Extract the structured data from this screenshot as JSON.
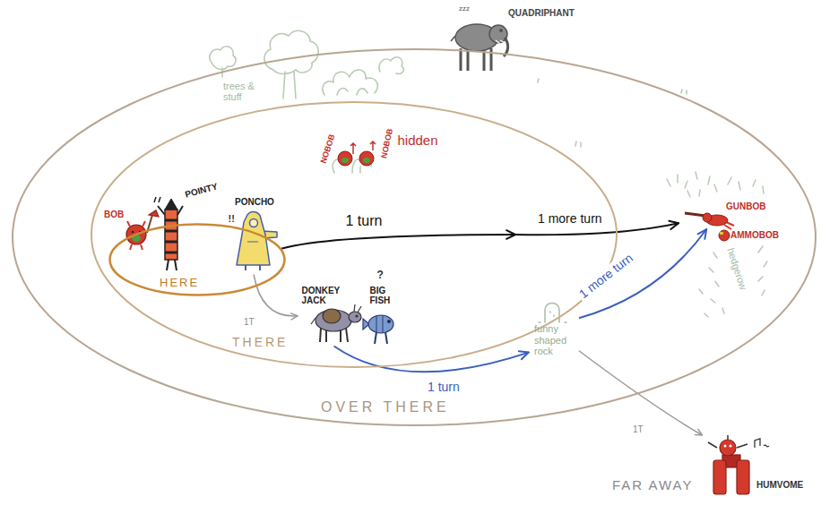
{
  "diagram": {
    "nodes": [
      {
        "text": [
          "QUADRIPHANT"
        ]
      },
      {
        "text": [
          "OVER THERE"
        ]
      },
      {
        "text": [
          "THERE"
        ],
        "in": 1
      },
      {
        "text": [
          "HERE"
        ],
        "in": 2
      },
      {
        "text": [
          "BOB"
        ],
        "in": 3
      },
      {
        "text": [
          "POINTY"
        ],
        "in": 3
      },
      {
        "text": [
          "PONCHO"
        ],
        "in": 3
      },
      {
        "text": [
          "NOBOB"
        ],
        "in": 2
      },
      {
        "text": [
          "NOBOB"
        ],
        "in": 2
      },
      {
        "text": [
          "DONKEY JACK"
        ],
        "in": 2
      },
      {
        "text": [
          "BIG FISH"
        ],
        "in": 2
      },
      {
        "text": [
          "funny shaped rock"
        ],
        "in": 1
      },
      {
        "text": [
          "GUNBOB"
        ],
        "in": 1
      },
      {
        "text": [
          "AMMOBOB"
        ],
        "in": 1
      },
      {
        "text": [
          "HUMVOME"
        ]
      }
    ],
    "edges": [
      {
        "from": 6,
        "to": 12,
        "label": "1 turn",
        "arrow": "to"
      },
      {
        "from": 6,
        "to": 9,
        "label": "1T",
        "arrow": "to"
      },
      {
        "from": 9,
        "to": 11,
        "label": "1 turn",
        "arrow": "to"
      },
      {
        "from": 11,
        "to": 12,
        "label": "1 more turn",
        "arrow": "to"
      },
      {
        "from": 11,
        "to": 14,
        "label": "1T",
        "arrow": "to"
      }
    ],
    "labels": [
      "zzz",
      "trees & stuff",
      "hidden",
      "!!",
      "?",
      "1 more turn",
      "hedgerow",
      "FAR AWAY"
    ]
  }
}
